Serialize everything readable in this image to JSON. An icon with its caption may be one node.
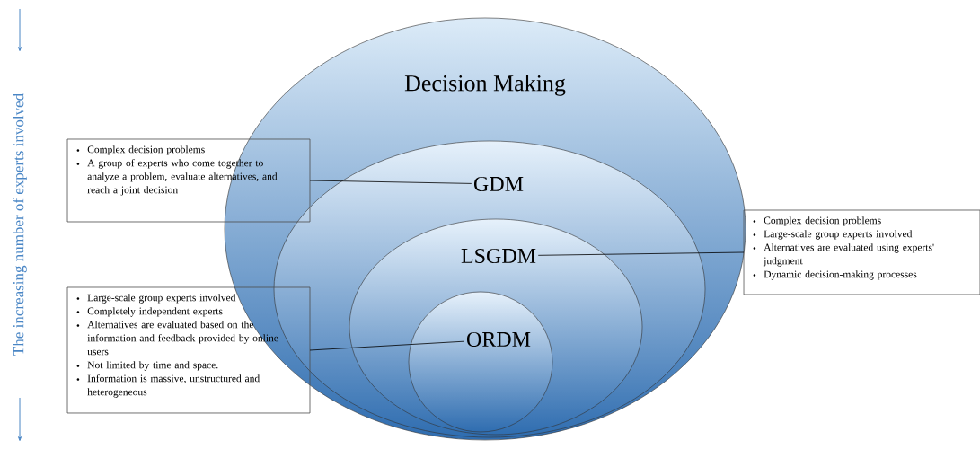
{
  "diagram": {
    "nodes": [
      {
        "text": [
          "Decision Making"
        ]
      },
      {
        "text": [
          "GDM"
        ],
        "in": 0
      },
      {
        "text": [
          "LSGDM"
        ],
        "in": 1
      },
      {
        "text": [
          "ORDM"
        ],
        "in": 2
      },
      {
        "text": [
          "Complex decision problems",
          "A group of experts who come together to analyze a problem, evaluate alternatives, and reach a joint decision"
        ]
      },
      {
        "text": [
          "Complex decision problems",
          "Large-scale group experts involved",
          "Alternatives are evaluated using experts' judgment",
          "Dynamic decision-making processes"
        ]
      },
      {
        "text": [
          "Large-scale group experts involved",
          "Completely independent experts",
          "Alternatives are evaluated based on the information and feedback provided by online users",
          "Not limited by time and space.",
          "Information is massive, unstructured and heterogeneous"
        ]
      }
    ],
    "edges": [
      {
        "from": 4,
        "to": 1,
        "arrow": "none"
      },
      {
        "from": 5,
        "to": 2,
        "arrow": "none"
      },
      {
        "from": 6,
        "to": 3,
        "arrow": "none"
      }
    ],
    "labels": [
      "The increasing number of experts involved"
    ]
  }
}
